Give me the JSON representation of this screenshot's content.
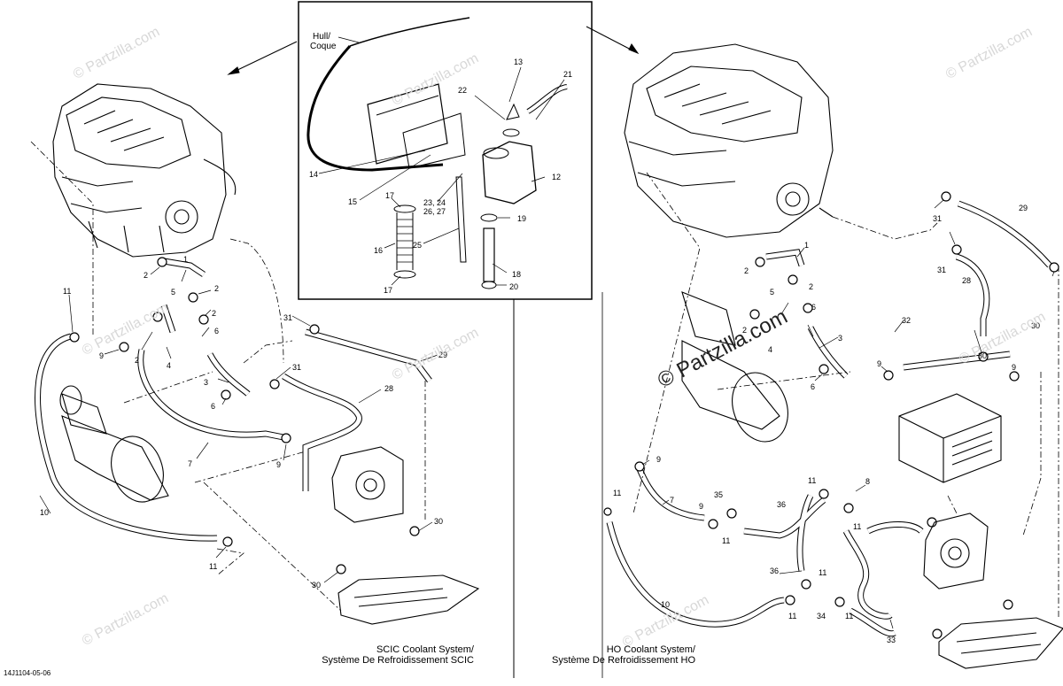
{
  "watermark": "© Partzilla.com",
  "watermark_main": "© Partzilla.com",
  "doc_id": "14J1104-05-06",
  "captions": {
    "scic_line1": "SCIC Coolant System/",
    "scic_line2": "Système De Refroidissement SCIC",
    "ho_line1": "HO Coolant System/",
    "ho_line2": "Système De Refroidissement HO"
  },
  "inset": {
    "hull_label_line1": "Hull/",
    "hull_label_line2": "Coque"
  },
  "callouts": {
    "inset": [
      "13",
      "22",
      "21",
      "14",
      "15",
      "17",
      "23, 24",
      "26, 27",
      "12",
      "19",
      "16",
      "25",
      "18",
      "17",
      "20"
    ],
    "scic": [
      "1",
      "2",
      "2",
      "5",
      "2",
      "2",
      "6",
      "11",
      "9",
      "2",
      "4",
      "3",
      "6",
      "31",
      "29",
      "31",
      "28",
      "7",
      "9",
      "10",
      "11",
      "30",
      "30"
    ],
    "ho": [
      "31",
      "29",
      "31",
      "28",
      "30",
      "1",
      "2",
      "5",
      "2",
      "6",
      "2",
      "4",
      "3",
      "6",
      "30",
      "32",
      "9",
      "9",
      "9",
      "7",
      "35",
      "9",
      "11",
      "11",
      "8",
      "36",
      "11",
      "11",
      "10",
      "36",
      "11",
      "11",
      "34",
      "11",
      "33"
    ]
  }
}
